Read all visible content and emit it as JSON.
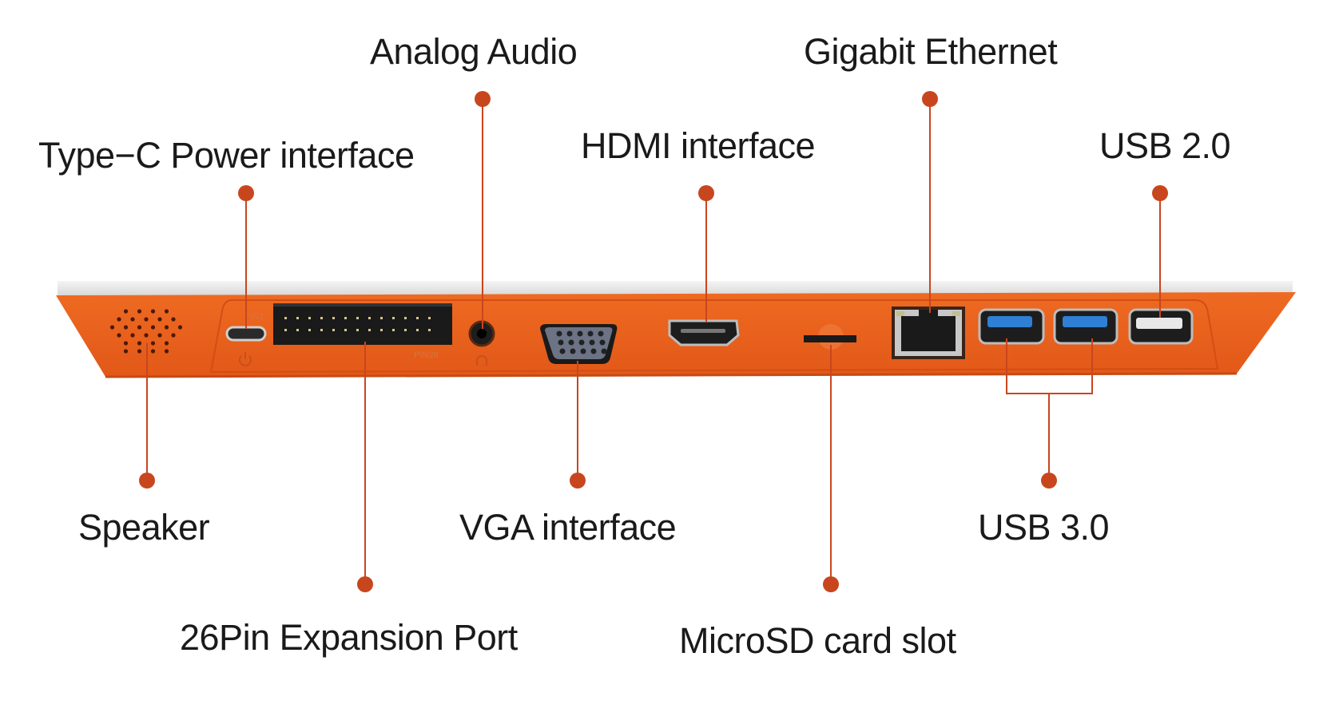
{
  "title": "Device I/O port layout",
  "colors": {
    "body_orange": "#e8601c",
    "leader_red": "#c8461e",
    "top_panel": "#e6e6e6",
    "usb3_blue": "#2f7fd4"
  },
  "labels": {
    "analog_audio": "Analog Audio",
    "gigabit_ethernet": "Gigabit Ethernet",
    "type_c_power": "Type−C Power interface",
    "hdmi": "HDMI interface",
    "usb2": "USB 2.0",
    "speaker": "Speaker",
    "vga": "VGA interface",
    "usb3": "USB 3.0",
    "expansion_26pin": "26Pin Expansion Port",
    "microsd": "MicroSD card slot"
  },
  "device_markings": {
    "pin1": "PIN1",
    "pin26": "PIN26"
  },
  "icons": {
    "power": "power-icon",
    "headphone": "headphone-icon"
  }
}
